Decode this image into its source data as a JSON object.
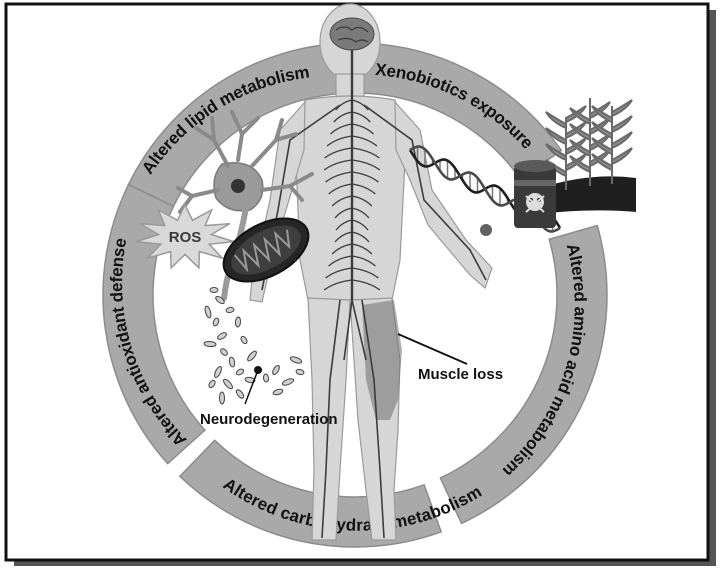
{
  "ring_segments": [
    {
      "id": "lipid",
      "label": "Altered lipid metabolism"
    },
    {
      "id": "xeno",
      "label": "Xenobiotics exposure"
    },
    {
      "id": "amino",
      "label": "Altered amino acid metabolism"
    },
    {
      "id": "carb",
      "label": "Altered carbohydrate metabolism"
    },
    {
      "id": "antiox",
      "label": "Altered antioxidant defense"
    }
  ],
  "callouts": {
    "ros": "ROS",
    "muscle_loss": "Muscle loss",
    "neurodegeneration": "Neurodegeneration"
  },
  "colors": {
    "ring": "#a9a9a9",
    "ring_edge": "#8c8c8c",
    "frame": "#111111",
    "body": "#d6d6d6",
    "nerve": "#3c3c3c",
    "neuron": "#9a9a9a",
    "mitochondrion": "#262626",
    "muscle": "#6f6f6f",
    "barrel": "#3a3a3a",
    "soil": "#1f1f1f",
    "plants": "#6a6a6a"
  },
  "icons": [
    "neuron-icon",
    "mitochondrion-icon",
    "ros-burst-icon",
    "dna-helix-icon",
    "toxic-barrel-icon",
    "crop-plants-icon",
    "brain-icon"
  ]
}
